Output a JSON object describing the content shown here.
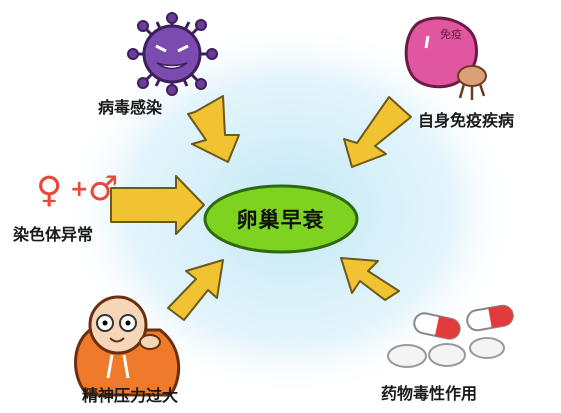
{
  "center": {
    "label": "卵巢早衰"
  },
  "causes": [
    {
      "label": "病毒感染"
    },
    {
      "label": "自身免疫疾病"
    },
    {
      "label": "染色体异常"
    },
    {
      "label": "精神压力过大"
    },
    {
      "label": "药物毒性作用"
    }
  ],
  "icons": {
    "virus": {
      "name": "virus-icon",
      "text": ""
    },
    "immune": {
      "name": "immune-monster-icon",
      "text": "免疫"
    },
    "chromosome": {
      "name": "gender-symbols-icon",
      "female": "♀",
      "plus": "+",
      "male": "♂"
    },
    "stress": {
      "name": "stressed-person-icon"
    },
    "pills": {
      "name": "pills-icon"
    }
  },
  "colors": {
    "center_fill": "#7ed321",
    "arrow_fill": "#f1c232",
    "glow": "#bfe6f5",
    "virus": "#6a3d9a",
    "immune": "#e0569f",
    "symbol": "#e8483b",
    "stress_body": "#f07a2b",
    "pill_red": "#e23b3b"
  }
}
